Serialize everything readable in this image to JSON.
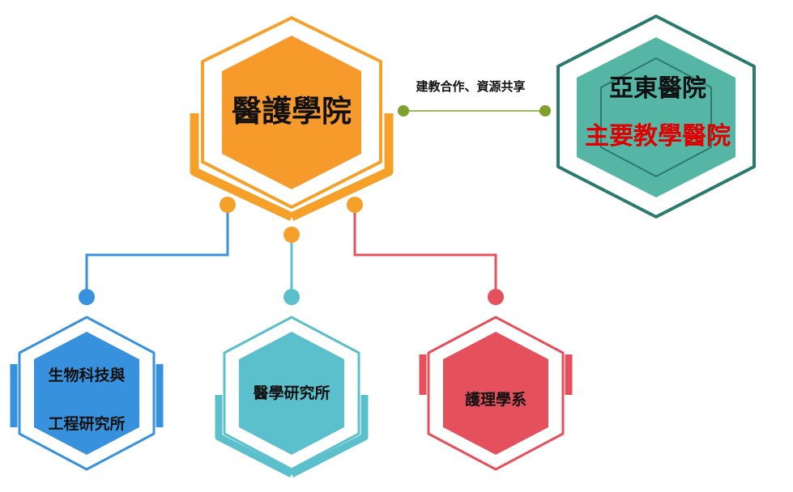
{
  "colors": {
    "orange": "#F5A028",
    "orange_fill": "#F79A2C",
    "teal_dark": "#2B7A6F",
    "teal_fill": "#55B6A6",
    "blue": "#3891DC",
    "cyan": "#5BC0CB",
    "red": "#E4505B",
    "link_green": "#7FA02B",
    "text_red": "#E00000",
    "text_dark": "#111111"
  },
  "center": {
    "title": "醫護學院"
  },
  "partner": {
    "title": "亞東醫院",
    "subtitle": "主要教學醫院"
  },
  "link": {
    "label": "建教合作、資源共享"
  },
  "children": [
    {
      "line1": "生物科技與",
      "line2": "工程研究所"
    },
    {
      "line1": "醫學研究所"
    },
    {
      "line1": "護理學系"
    }
  ]
}
